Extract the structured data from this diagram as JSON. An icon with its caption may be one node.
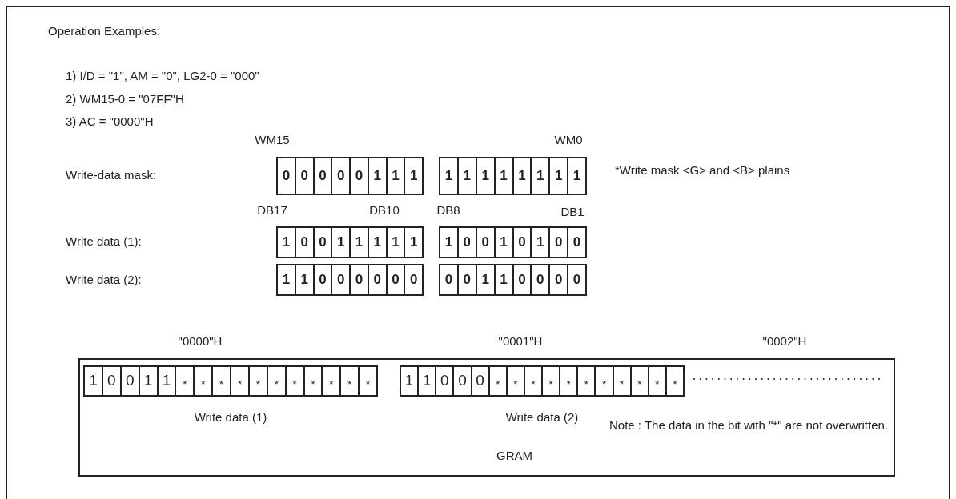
{
  "diagram": {
    "nodes": [
      {
        "text": [
          "0",
          "0",
          "0",
          "0",
          "0",
          "1",
          "1",
          "1"
        ]
      },
      {
        "text": [
          "1",
          "1",
          "1",
          "1",
          "1",
          "1",
          "1",
          "1"
        ]
      },
      {
        "text": [
          "1",
          "0",
          "0",
          "1",
          "1",
          "1",
          "1",
          "1"
        ]
      },
      {
        "text": [
          "1",
          "0",
          "0",
          "1",
          "0",
          "1",
          "0",
          "0"
        ]
      },
      {
        "text": [
          "1",
          "1",
          "0",
          "0",
          "0",
          "0",
          "0",
          "0"
        ]
      },
      {
        "text": [
          "0",
          "0",
          "1",
          "1",
          "0",
          "0",
          "0",
          "0"
        ]
      },
      {
        "text": [
          "GRAM"
        ]
      },
      {
        "text": [
          "1",
          "0",
          "0",
          "1",
          "1",
          "*",
          "*",
          "*",
          "*",
          "*",
          "*",
          "*",
          "*",
          "*",
          "*",
          "*"
        ],
        "in": 6,
        "beside": [
          "Write data (1)"
        ]
      },
      {
        "text": [
          "1",
          "1",
          "0",
          "0",
          "0",
          "*",
          "*",
          "*",
          "*",
          "*",
          "*",
          "*",
          "*",
          "*",
          "*",
          "*"
        ],
        "in": 6,
        "beside": [
          "Write data (2)"
        ]
      }
    ],
    "labels": [
      "Operation Examples:",
      "1) I/D = \"1\", AM = \"0\", LG2-0 = \"000\"",
      "2) WM15-0 = \"07FF\"H",
      "3) AC = \"0000\"H",
      "WM15",
      "WM0",
      "Write-data mask:",
      "*Write mask <G> and <B> plains",
      "DB17",
      "DB10",
      "DB8",
      "DB1",
      "Write data (1):",
      "Write data (2):",
      "\"0000\"H",
      "\"0001\"H",
      "\"0002\"H",
      "Note : The data in the bit with \"*\" are not overwritten."
    ]
  }
}
